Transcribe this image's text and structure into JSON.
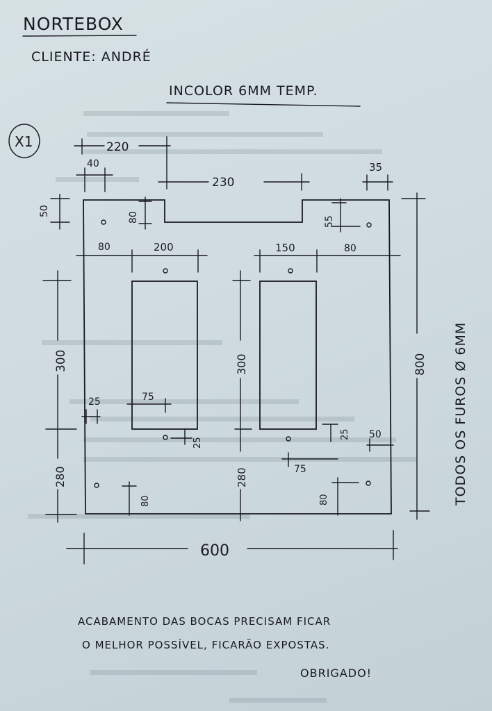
{
  "header": {
    "company": "NORTEBOX",
    "client": "CLIENTE: ANDRÉ",
    "glass": "INCOLOR 6MM TEMP.",
    "quantity": "X1"
  },
  "dimensions": {
    "total_width": "600",
    "total_height": "800",
    "top_left_tab": "220",
    "top_left_edge": "40",
    "top_gap": "230",
    "top_right_tab": "35",
    "left_hole_from_top": "50",
    "notch_depth_left": "80",
    "notch_depth_right": "55",
    "left_margin": "80",
    "left_cutout_width": "200",
    "right_cutout_width": "150",
    "right_margin": "80",
    "left_cutout_height": "300",
    "right_cutout_height": "300",
    "left_hole_offset": "25",
    "left_hole_x": "75",
    "left_hole_y": "25",
    "right_hole_y": "25",
    "right_hole_x": "75",
    "right_edge_hole": "50",
    "bottom_left_height": "280",
    "bottom_mid_height": "280",
    "bottom_left_hole": "80",
    "bottom_right_hole": "80"
  },
  "notes": {
    "holes": "TODOS OS FUROS Ø 6MM",
    "line1": "ACABAMENTO DAS BOCAS PRECISAM FICAR",
    "line2": "O MELHOR POSSÍVEL, FICARÃO EXPOSTAS.",
    "thanks": "OBRIGADO!"
  }
}
